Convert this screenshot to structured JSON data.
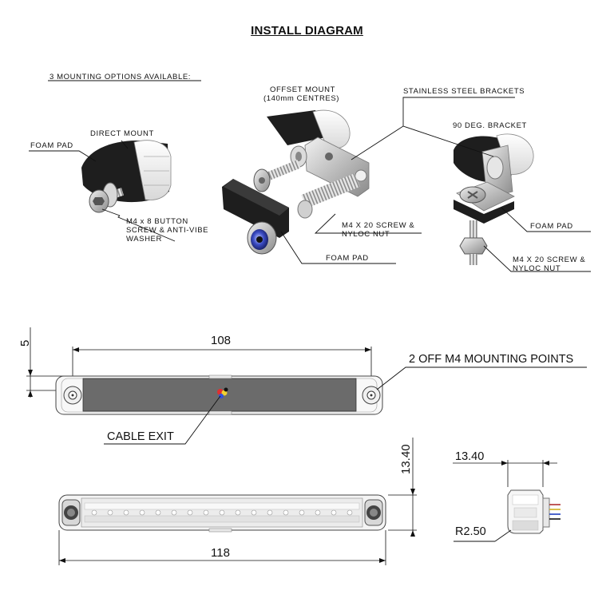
{
  "title": "INSTALL DIAGRAM",
  "options_heading": "3 MOUNTING OPTIONS AVAILABLE:",
  "direct_mount": {
    "heading": "DIRECT MOUNT",
    "foam_pad": "FOAM PAD",
    "screw_line1": "M4 x 8 BUTTON",
    "screw_line2": "SCREW & ANTI-VIBE",
    "screw_line3": "WASHER"
  },
  "offset_mount": {
    "heading_line1": "OFFSET MOUNT",
    "heading_line2": "(140mm CENTRES)",
    "screw_line1": "M4 X 20 SCREW &",
    "screw_line2": "NYLOC NUT",
    "foam_pad": "FOAM PAD"
  },
  "brackets_label": "STAINLESS STEEL BRACKETS",
  "bracket_90": {
    "heading": "90 DEG. BRACKET",
    "foam_pad": "FOAM PAD",
    "screw_line1": "M4 X 20 SCREW &",
    "screw_line2": "NYLOC NUT"
  },
  "top_view": {
    "dim_width": "108",
    "dim_offset": "5",
    "mounting_points": "2 OFF M4 MOUNTING POINTS",
    "cable_exit": "CABLE EXIT"
  },
  "front_view": {
    "dim_length": "118",
    "dim_height": "13.40"
  },
  "side_view": {
    "dim_depth": "13.40",
    "dim_radius": "R2.50"
  },
  "colors": {
    "foam": "#1e1e1e",
    "steel": "#c8c8c8",
    "body": "#6b6b6b",
    "led": "#f4f4f4",
    "nut_blue": "#3b4cc4"
  }
}
